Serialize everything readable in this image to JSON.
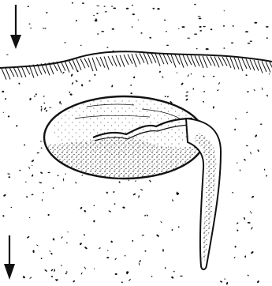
{
  "diagram": {
    "subject": "germinating-seed-in-soil",
    "style": "black-ink-line-drawing",
    "colors": {
      "ink": "#111111",
      "background": "#ffffff"
    },
    "elements": [
      "gravity-arrow-top",
      "soil-surface",
      "seed",
      "seed-coat-crack",
      "radicle",
      "gravity-arrow-bottom",
      "soil-particles"
    ]
  }
}
